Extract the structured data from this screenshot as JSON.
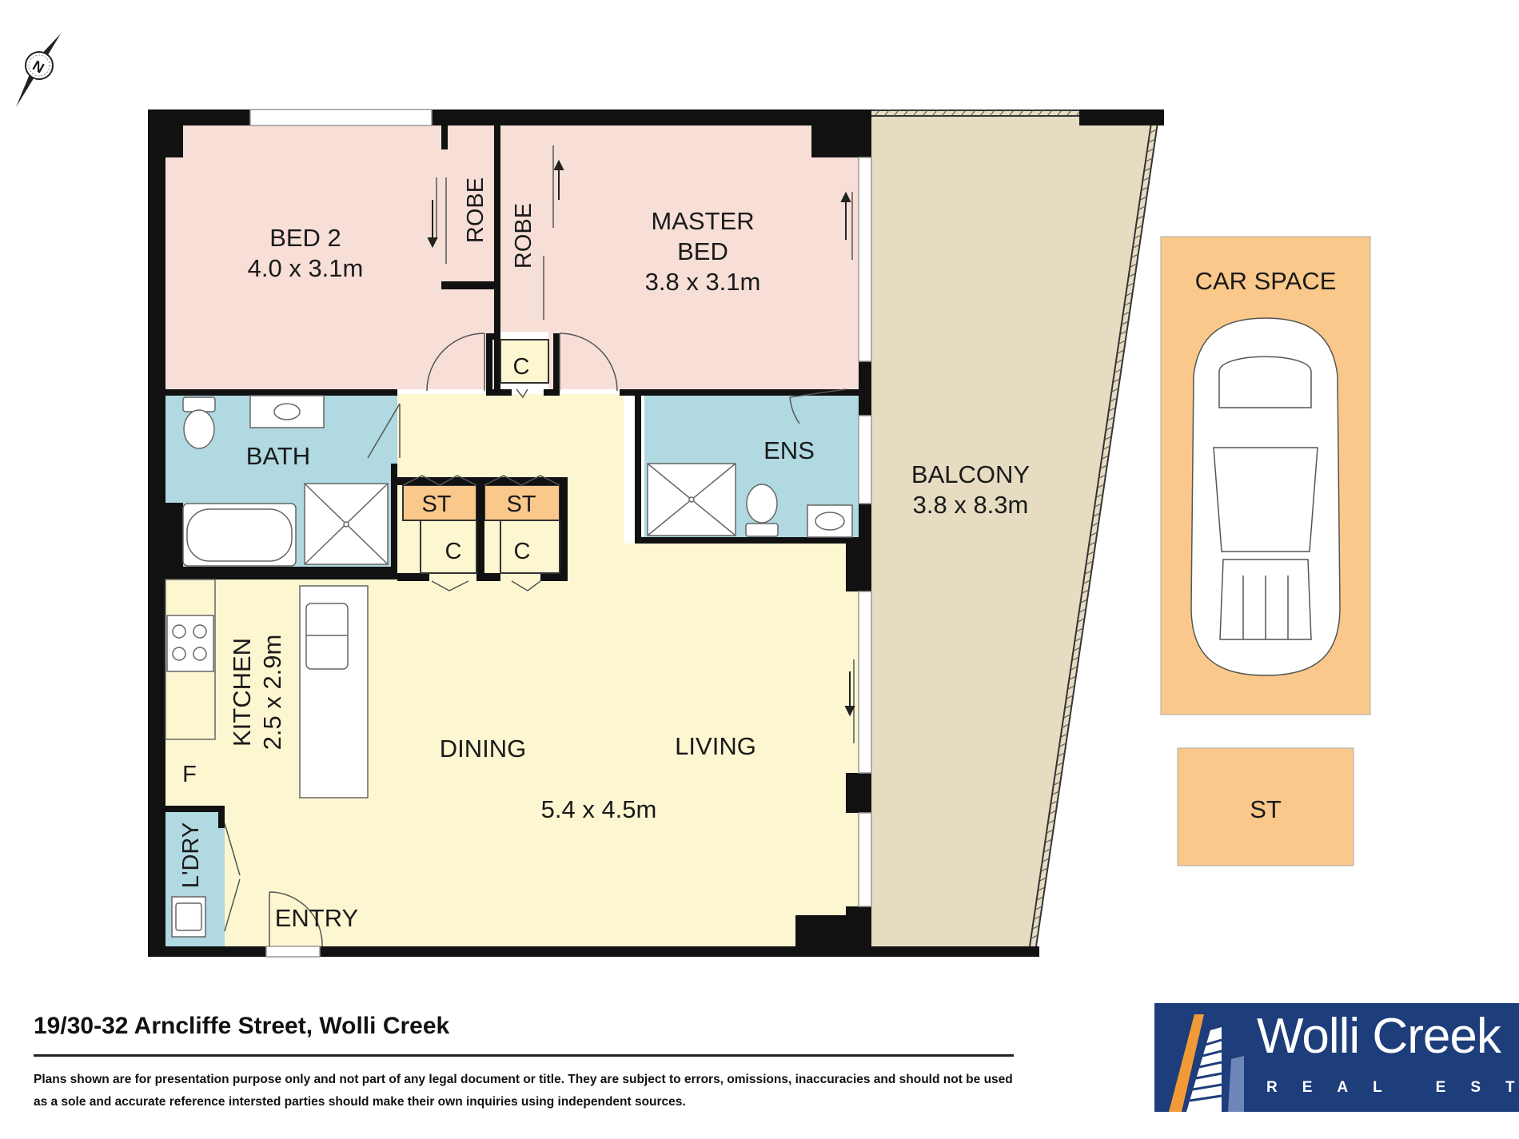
{
  "rooms": {
    "bed2": {
      "name": "BED 2",
      "size": "4.0 x 3.1m"
    },
    "robe_left": "ROBE",
    "robe_right": "ROBE",
    "master": {
      "name_line1": "MASTER",
      "name_line2": "BED",
      "size": "3.8 x 3.1m"
    },
    "bath": "BATH",
    "ens": "ENS",
    "balcony": {
      "name": "BALCONY",
      "size": "3.8 x 8.3m"
    },
    "kitchen": {
      "name": "KITCHEN",
      "size": "2.5 x 2.9m"
    },
    "dining": "DINING",
    "living": "LIVING",
    "living_size": "5.4 x 4.5m",
    "laundry": "L'DRY",
    "entry": "ENTRY",
    "fridge": "F",
    "store1": "ST",
    "store2": "ST",
    "cupboard_top": "C",
    "cupboard1": "C",
    "cupboard2": "C",
    "car_space": "CAR SPACE",
    "store_ext": "ST",
    "compass": "N"
  },
  "colors": {
    "bedroom": "#f7dfd8",
    "wet": "#b0d9e1",
    "living": "#fdf7d1",
    "balcony": "#e6dcc1",
    "store": "#f9c88a",
    "wall": "#111111",
    "logo_bg": "#1e3d7b",
    "logo_accent": "#f29a38"
  },
  "footer": {
    "address": "19/30-32 Arncliffe Street, Wolli Creek",
    "disclaimer": "Plans shown are for presentation purpose only and not part of any legal document or title. They are subject to errors, omissions, inaccuracies and should not be used as a sole and accurate reference intersted parties should make their own inquiries using independent sources."
  },
  "logo": {
    "name": "Wolli Creek",
    "sub": "REAL ESTATE"
  }
}
